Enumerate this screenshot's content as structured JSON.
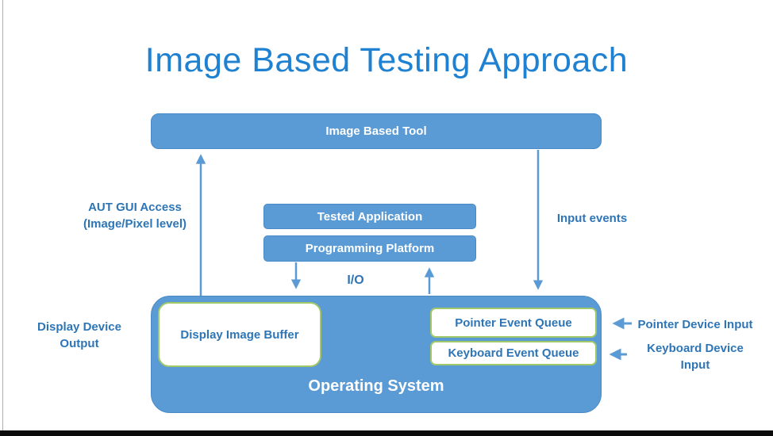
{
  "title": "Image Based Testing Approach",
  "colors": {
    "node_fill": "#5B9BD5",
    "node_border": "#4A8AC4",
    "label_text": "#2E75B6",
    "title_text": "#1E81D1",
    "queue_border_green": "#A1C868",
    "node_text": "#FFFFFF"
  },
  "nodes": {
    "image_based_tool": "Image Based Tool",
    "tested_application": "Tested Application",
    "programming_platform": "Programming Platform",
    "operating_system": "Operating System",
    "display_image_buffer": "Display Image Buffer",
    "pointer_event_queue": "Pointer Event Queue",
    "keyboard_event_queue": "Keyboard Event Queue"
  },
  "labels": {
    "aut_gui_access": {
      "line1": "AUT GUI Access",
      "line2": "(Image/Pixel level)"
    },
    "input_events": "Input events",
    "io": "I/O",
    "display_device_output": {
      "line1": "Display Device",
      "line2": "Output"
    },
    "pointer_device_input": "Pointer Device Input",
    "keyboard_device_input": {
      "line1": "Keyboard Device",
      "line2": "Input"
    }
  }
}
